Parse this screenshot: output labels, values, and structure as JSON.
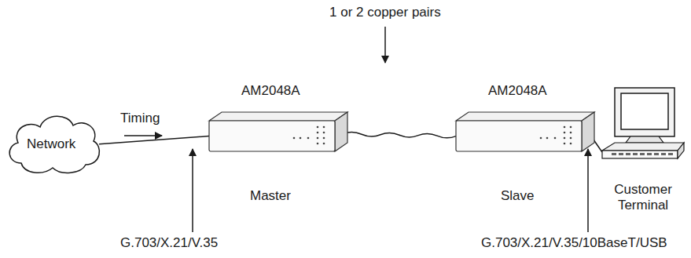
{
  "diagram": {
    "nodes": [
      {
        "text": [
          "Network"
        ]
      },
      {
        "text": [
          "AM2048A",
          "Master"
        ]
      },
      {
        "text": [
          "AM2048A",
          "Slave"
        ]
      },
      {
        "text": [
          "Customer Terminal"
        ]
      }
    ],
    "edges": [
      {
        "from": 0,
        "to": 1,
        "arrow": "none"
      },
      {
        "from": 1,
        "to": 2,
        "arrow": "none"
      },
      {
        "from": 2,
        "to": 3,
        "arrow": "none"
      }
    ],
    "labels": [
      "Timing",
      "1 or 2 copper pairs",
      "G.703/X.21/V.35",
      "G.703/X.21/V.35/10BaseT/USB"
    ]
  }
}
